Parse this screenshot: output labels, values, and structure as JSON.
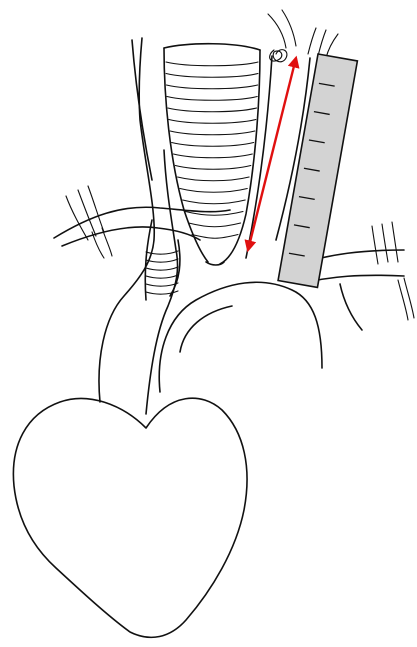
{
  "diagram": {
    "colors": {
      "outline": "#111111",
      "ruler_fill": "#d3d3d3",
      "measure_arrow": "#e01010"
    },
    "ruler": {
      "tick_count": 7
    },
    "structures": [
      "heart",
      "aortic-arch",
      "trachea",
      "esophagus",
      "ruler",
      "measurement-arrow"
    ]
  }
}
